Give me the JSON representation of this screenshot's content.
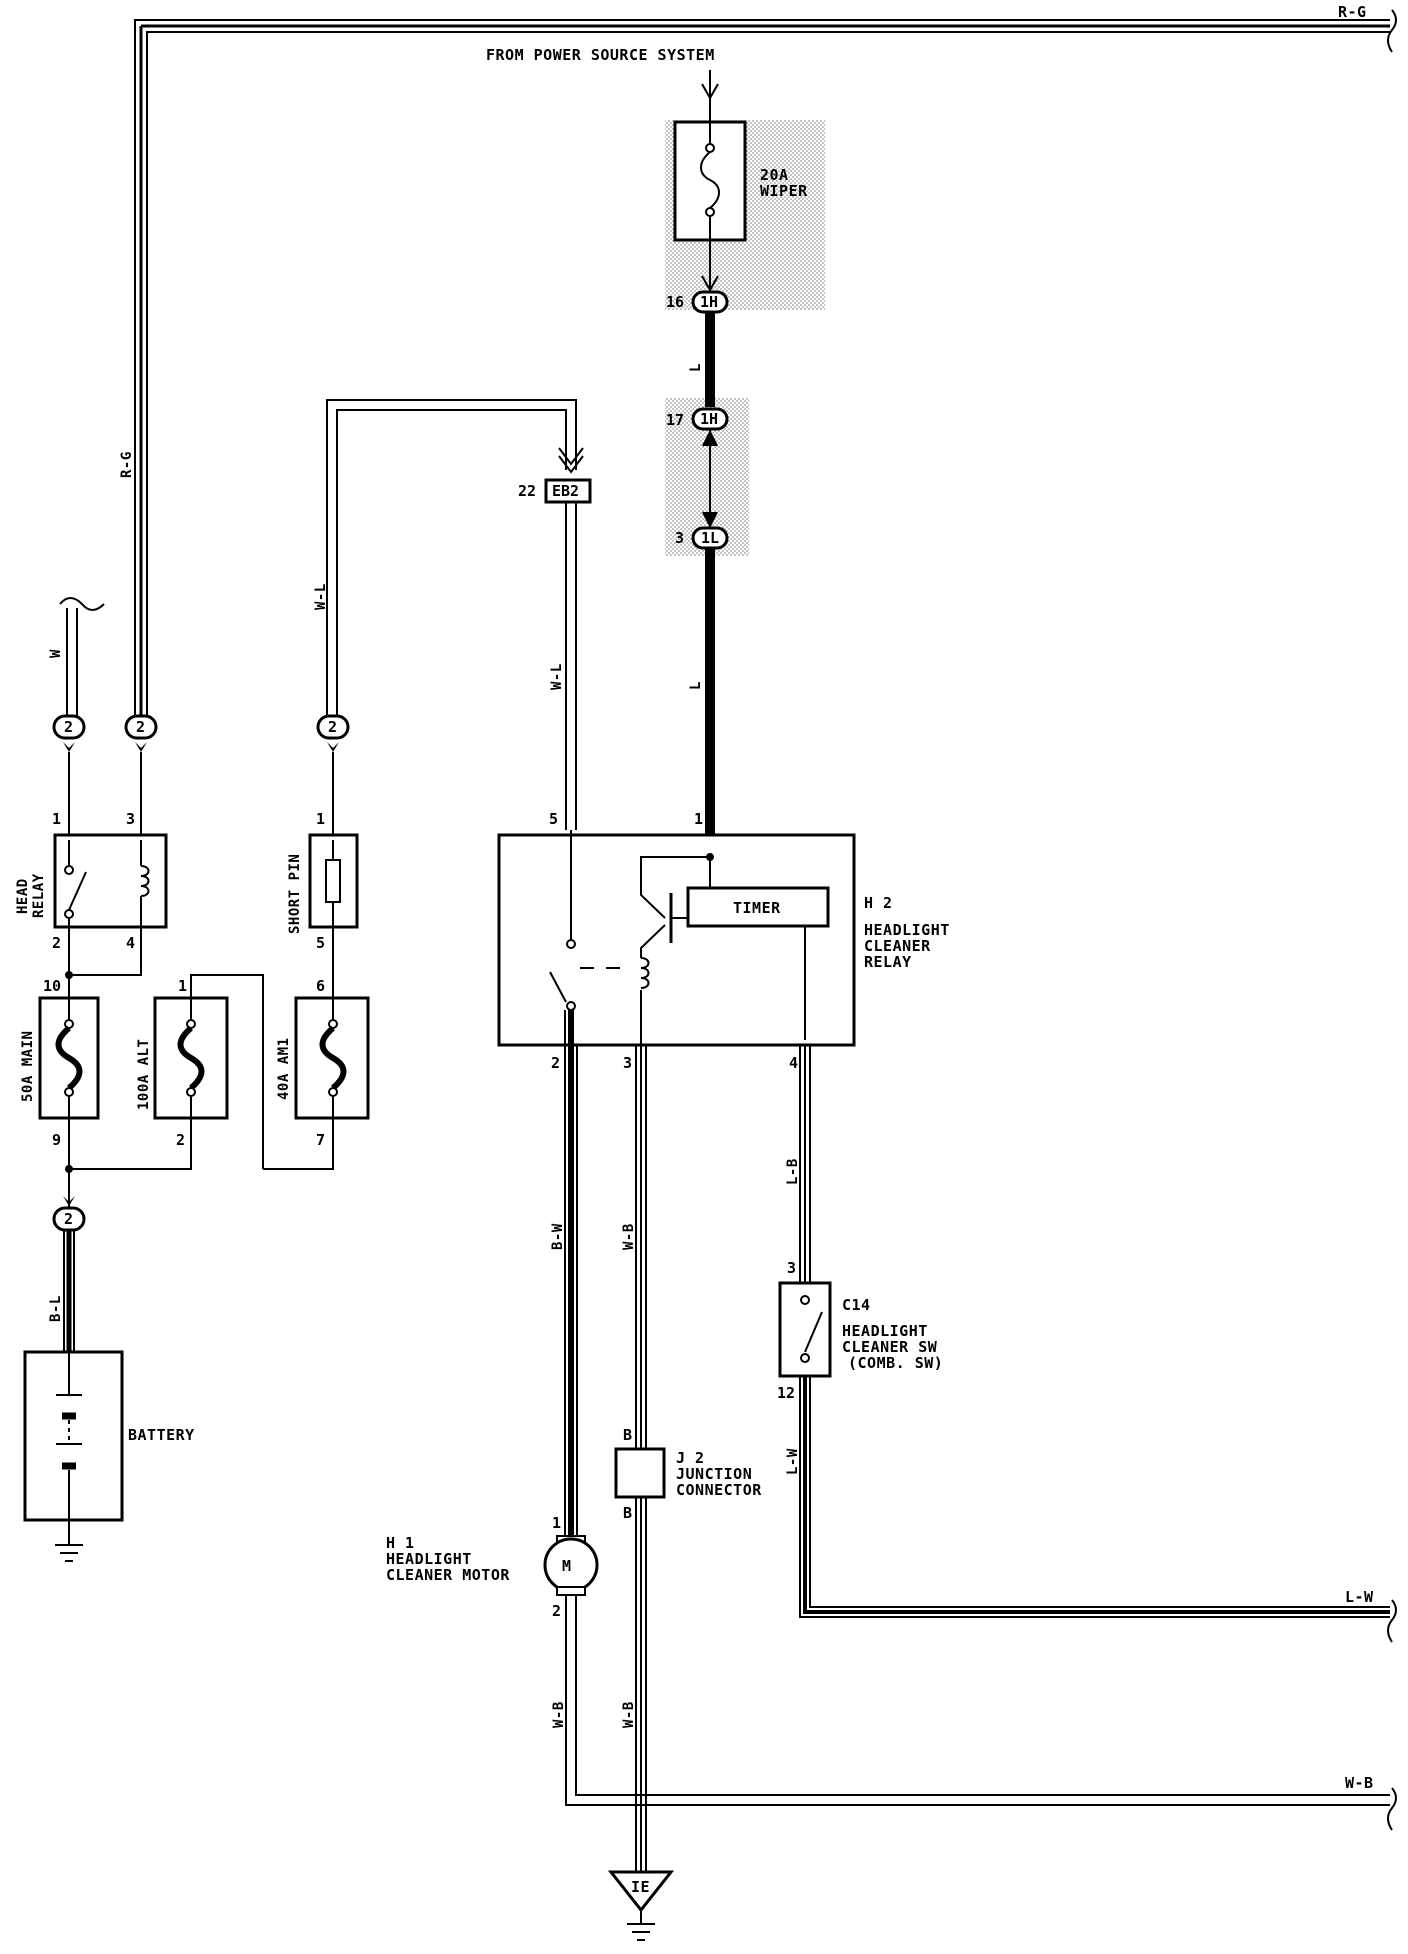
{
  "header": {
    "power_source": "FROM POWER SOURCE SYSTEM"
  },
  "wires": {
    "r_g_top": "R-G",
    "r_g_left": "R-G",
    "w": "W",
    "w_l_left": "W-L",
    "w_l_mid": "W-L",
    "l_upper": "L",
    "l_lower": "L",
    "b_l": "B-L",
    "b_w": "B-W",
    "w_b_j2": "W-B",
    "l_b": "L-B",
    "l_w": "L-W",
    "l_w_right": "L-W",
    "w_b_motor": "W-B",
    "w_b_j2_lower": "W-B",
    "w_b_right": "W-B"
  },
  "fuse_wiper": {
    "rating": "20A",
    "name": "WIPER"
  },
  "connectors": {
    "c1h_16": {
      "pin": "16",
      "code": "1H"
    },
    "c1h_17": {
      "pin": "17",
      "code": "1H"
    },
    "c1l_3": {
      "pin": "3",
      "code": "1L"
    },
    "eb2": {
      "pin": "22",
      "code": "EB2"
    },
    "jb_a": "2",
    "jb_b": "2",
    "jb_c": "2",
    "jb_d": "2"
  },
  "head_relay": {
    "label1": "HEAD",
    "label2": "RELAY",
    "p1": "1",
    "p2": "2",
    "p3": "3",
    "p4": "4"
  },
  "short_pin": {
    "label": "SHORT PIN",
    "p1": "1",
    "p5": "5"
  },
  "fusible_links": {
    "main": {
      "label": "50A MAIN",
      "top": "10",
      "bottom": "9"
    },
    "alt": {
      "label": "100A ALT",
      "top": "1",
      "bottom": "2"
    },
    "am1": {
      "label": "40A AM1",
      "top": "6",
      "bottom": "7"
    }
  },
  "battery": {
    "label": "BATTERY"
  },
  "h2": {
    "id": "H 2",
    "line1": "HEADLIGHT",
    "line2": "CLEANER",
    "line3": "RELAY",
    "timer": "TIMER",
    "p5": "5",
    "p1": "1",
    "p2": "2",
    "p3": "3",
    "p4": "4"
  },
  "c14": {
    "id": "C14",
    "line1": "HEADLIGHT",
    "line2": "CLEANER SW",
    "line3": "(COMB. SW)",
    "p3": "3",
    "p12": "12"
  },
  "j2": {
    "id": "J 2",
    "line1": "JUNCTION",
    "line2": "CONNECTOR",
    "pa": "B",
    "pb": "B"
  },
  "h1": {
    "id": "H 1",
    "line1": "HEADLIGHT",
    "line2": "CLEANER MOTOR",
    "symbol": "M",
    "p1": "1",
    "p2": "2"
  },
  "ground": {
    "code": "IE"
  }
}
